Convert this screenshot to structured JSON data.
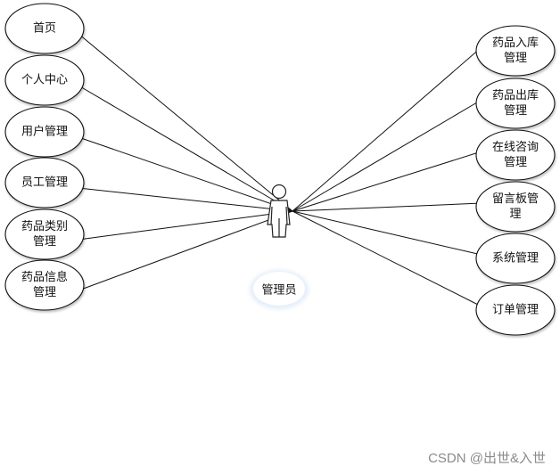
{
  "actor": {
    "name": "管理员"
  },
  "left_use_cases": [
    {
      "label": [
        "首页"
      ]
    },
    {
      "label": [
        "个人中心"
      ]
    },
    {
      "label": [
        "用户管理"
      ]
    },
    {
      "label": [
        "员工管理"
      ]
    },
    {
      "label": [
        "药品类别",
        "管理"
      ]
    },
    {
      "label": [
        "药品信息",
        "管理"
      ]
    }
  ],
  "right_use_cases": [
    {
      "label": [
        "药品入库",
        "管理"
      ]
    },
    {
      "label": [
        "药品出库",
        "管理"
      ]
    },
    {
      "label": [
        "在线咨询",
        "管理"
      ]
    },
    {
      "label": [
        "留言板管",
        "理"
      ]
    },
    {
      "label": [
        "系统管理"
      ]
    },
    {
      "label": [
        "订单管理"
      ]
    }
  ],
  "watermark": "CSDN @出世&入世"
}
